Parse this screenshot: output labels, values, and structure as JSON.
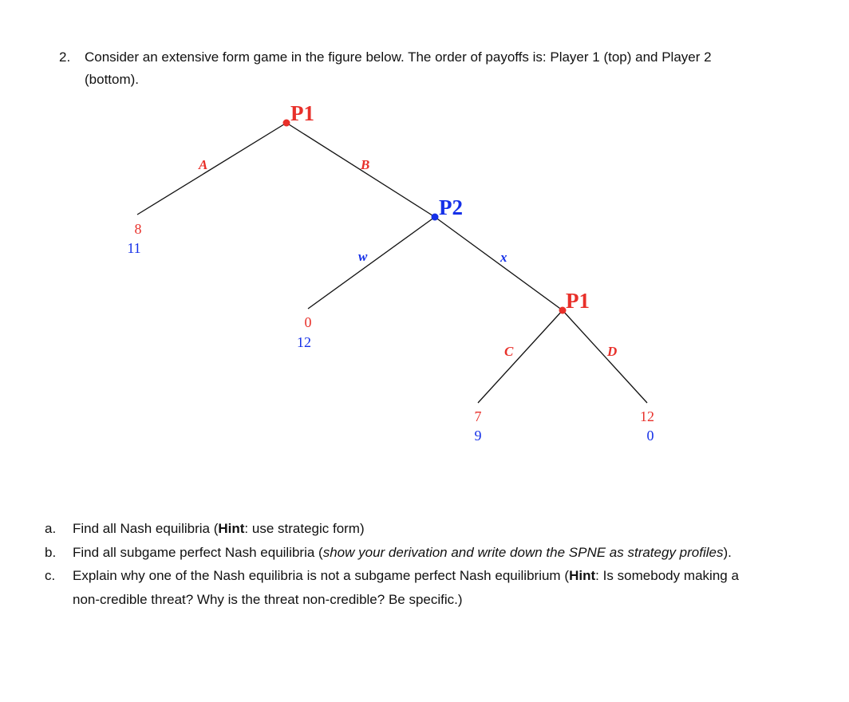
{
  "question": {
    "number": "2.",
    "text": "Consider an extensive form game in the figure below. The order of payoffs is: Player 1 (top) and Player 2 (bottom)."
  },
  "colors": {
    "player1": "#e8302a",
    "player2": "#1530e8",
    "edge": "#111111"
  },
  "tree": {
    "nodes": [
      {
        "id": "root",
        "label": "P1",
        "player": 1
      },
      {
        "id": "p2",
        "label": "P2",
        "player": 2
      },
      {
        "id": "p1b",
        "label": "P1",
        "player": 1
      }
    ],
    "actions": {
      "A": "A",
      "B": "B",
      "w": "w",
      "x": "x",
      "C": "C",
      "D": "D"
    },
    "payoffs": {
      "A": {
        "p1": "8",
        "p2": "11"
      },
      "w": {
        "p1": "0",
        "p2": "12"
      },
      "C": {
        "p1": "7",
        "p2": "9"
      },
      "D": {
        "p1": "12",
        "p2": "0"
      }
    }
  },
  "parts": [
    {
      "label": "a.",
      "pre": "Find all Nash equilibria (",
      "bold": "Hint",
      "post": ": use strategic form)"
    },
    {
      "label": "b.",
      "pre": "Find all subgame perfect Nash equilibria (",
      "italic": "show your derivation and write down the SPNE as strategy profiles",
      "post": ")."
    },
    {
      "label": "c.",
      "pre": "Explain why one of the Nash equilibria is not a subgame perfect Nash equilibrium (",
      "bold": "Hint",
      "post": ": Is somebody making a non-credible threat? Why is the threat non-credible? Be specific.)"
    }
  ]
}
